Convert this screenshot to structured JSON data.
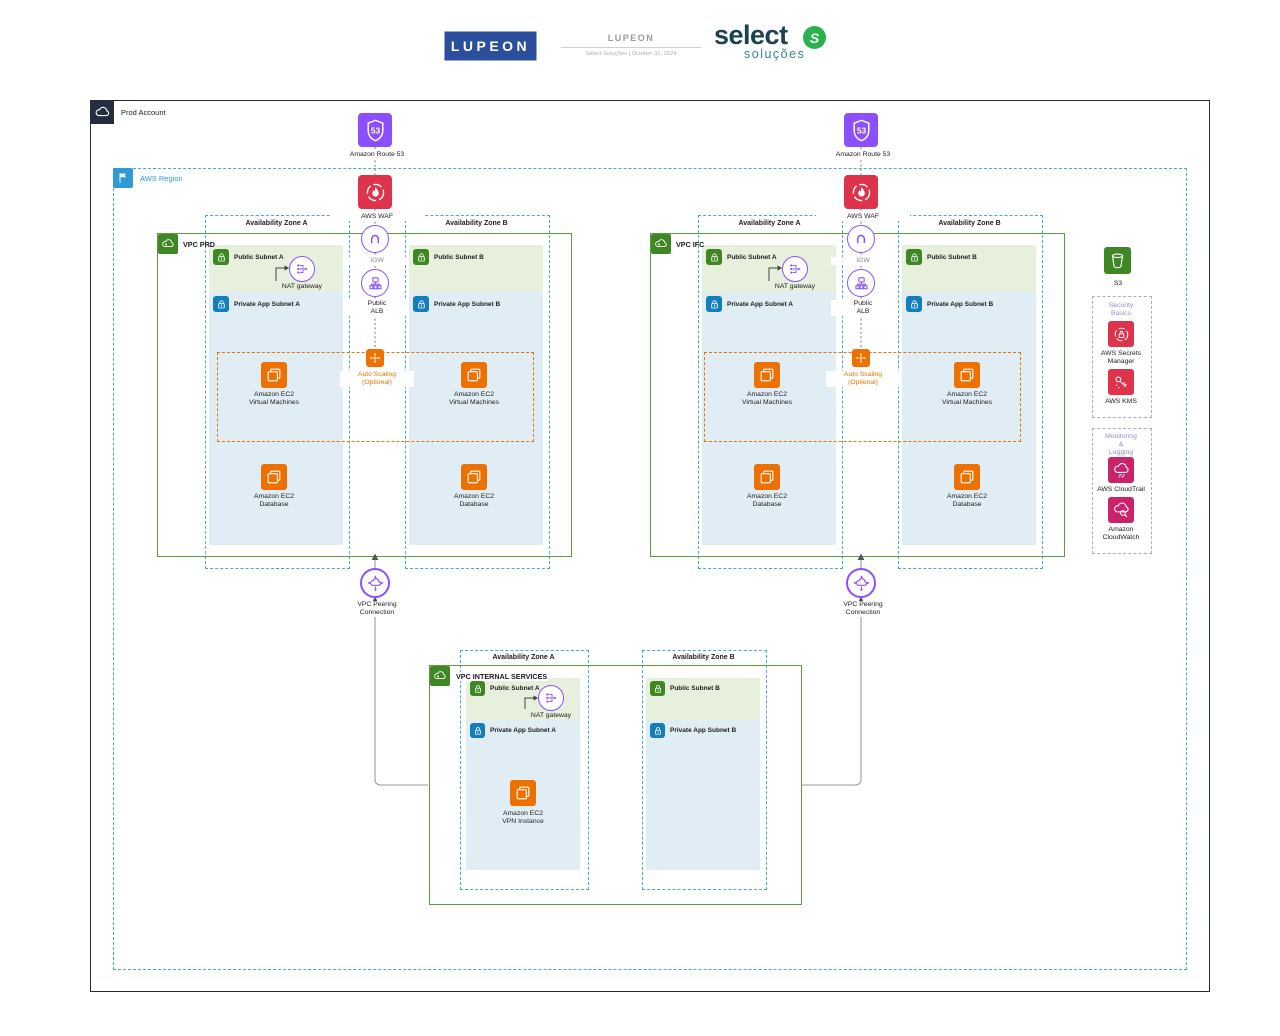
{
  "header": {
    "logo_text": "LUPEON",
    "title": "LUPEON",
    "subtitle": "Select Soluções  |  October 31, 2024",
    "brand": "select",
    "brand_icon": "S",
    "brand_sub": "soluções"
  },
  "account_label": "Prod Account",
  "region_label": "AWS Region",
  "edge": {
    "route53": "Amazon Route 53",
    "waf": "AWS WAF",
    "igw": "IGW",
    "alb": "Public\nALB",
    "autoscaling": "Auto Scaling\n(Optional)",
    "peering": "VPC Peering\nConnection"
  },
  "vpc_prd": {
    "label": "VPC PRD",
    "zones": [
      {
        "title": "Availability Zone A",
        "public": "Public Subnet A",
        "private": "Private App Subnet A",
        "nat": "NAT gateway",
        "vm": "Amazon EC2\nVirtual Machines",
        "db": "Amazon EC2\nDatabase"
      },
      {
        "title": "Availability Zone B",
        "public": "Public Subnet B",
        "private": "Private App Subnet B",
        "vm": "Amazon EC2\nVirtual Machines",
        "db": "Amazon EC2\nDatabase"
      }
    ]
  },
  "vpc_ifc": {
    "label": "VPC IFC",
    "zones": [
      {
        "title": "Availability Zone A",
        "public": "Public Subnet A",
        "private": "Private App Subnet A",
        "nat": "NAT gateway",
        "vm": "Amazon EC2\nVirtual Machines",
        "db": "Amazon EC2\nDatabase"
      },
      {
        "title": "Availability Zone B",
        "public": "Public Subnet B",
        "private": "Private App Subnet B",
        "vm": "Amazon EC2\nVirtual Machines",
        "db": "Amazon EC2\nDatabase"
      }
    ]
  },
  "vpc_internal": {
    "label": "VPC INTERNAL SERVICES",
    "zones": [
      {
        "title": "Availability Zone A",
        "public": "Public Subnet A",
        "private": "Private App Subnet A",
        "nat": "NAT gateway",
        "vpn": "Amazon EC2\nVPN Instance"
      },
      {
        "title": "Availability Zone B",
        "public": "Public Subnet B",
        "private": "Private App Subnet B"
      }
    ]
  },
  "sidebar": {
    "s3": "S3",
    "security": {
      "title": "Security\nBasics",
      "secrets": "AWS Secrets\nManager",
      "kms": "AWS KMS"
    },
    "monitoring": {
      "title": "Monitoring\n&\nLogging",
      "cloudtrail": "AWS CloudTrail",
      "cloudwatch": "Amazon\nCloudWatch"
    }
  },
  "colors": {
    "purple": "#8C4FFF",
    "red": "#DD344C",
    "orange": "#ED7100",
    "green_icon": "#3F8624",
    "green_border": "#5A9E3C",
    "blue_region": "#2E9BD6",
    "pink": "#C9246B",
    "navy": "#232F3E",
    "subnet_green_bg": "#E6F0DC",
    "subnet_blue_bg": "#E1EDF5",
    "brand_navy": "#2B4F9C",
    "brand_teal": "#368495",
    "brand_green": "#2DB04E"
  }
}
